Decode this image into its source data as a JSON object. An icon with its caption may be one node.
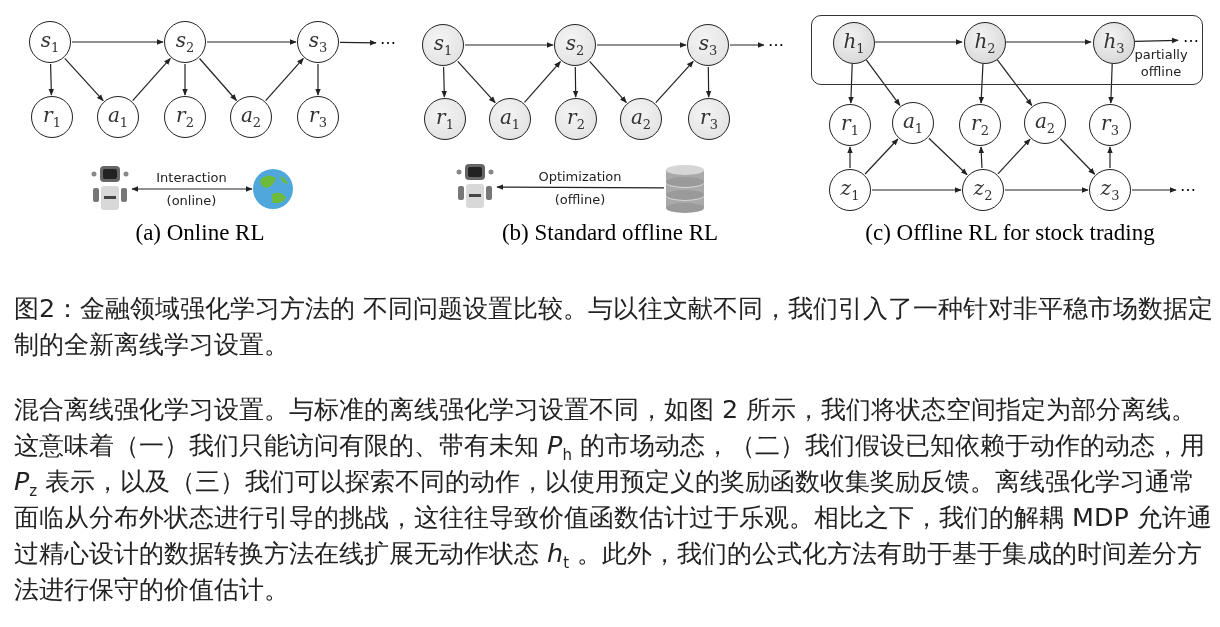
{
  "diagram": {
    "caption": "图2：金融领域强化学习方法的 不同问题设置比较。与以往文献不同，我们引入了一种针对非平稳市场数据定制的全新离线学习设置。",
    "nodes": [
      {
        "text": [
          "*s*$_{1}$"
        ]
      },
      {
        "text": [
          "*s*$_{2}$"
        ]
      },
      {
        "text": [
          "*s*$_{3}$"
        ]
      },
      {
        "text": [
          "⋯"
        ]
      },
      {
        "text": [
          "*r*$_{1}$"
        ]
      },
      {
        "text": [
          "*a*$_{1}$"
        ]
      },
      {
        "text": [
          "*r*$_{2}$"
        ]
      },
      {
        "text": [
          "*a*$_{2}$"
        ]
      },
      {
        "text": [
          "*r*$_{3}$"
        ]
      },
      {
        "text": [],
        "shape": "picture"
      },
      {
        "text": [],
        "shape": "picture"
      },
      {
        "text": [
          "*s*$_{1}$"
        ]
      },
      {
        "text": [
          "*s*$_{2}$"
        ]
      },
      {
        "text": [
          "*s*$_{3}$"
        ]
      },
      {
        "text": [
          "⋯"
        ]
      },
      {
        "text": [
          "*r*$_{1}$"
        ]
      },
      {
        "text": [
          "*a*$_{1}$"
        ]
      },
      {
        "text": [
          "*r*$_{2}$"
        ]
      },
      {
        "text": [
          "*a*$_{2}$"
        ]
      },
      {
        "text": [
          "*r*$_{3}$"
        ]
      },
      {
        "text": [],
        "shape": "picture"
      },
      {
        "text": [],
        "shape": "picture"
      },
      {
        "text": [
          "partially offline"
        ]
      },
      {
        "text": [
          "*h*$_{1}$"
        ],
        "in": 22
      },
      {
        "text": [
          "*h*$_{2}$"
        ],
        "in": 22
      },
      {
        "text": [
          "*h*$_{3}$"
        ],
        "in": 22
      },
      {
        "text": [
          "⋯"
        ],
        "in": 22
      },
      {
        "text": [
          "*r*$_{1}$"
        ]
      },
      {
        "text": [
          "*a*$_{1}$"
        ]
      },
      {
        "text": [
          "*r*$_{2}$"
        ]
      },
      {
        "text": [
          "*a*$_{2}$"
        ]
      },
      {
        "text": [
          "*r*$_{3}$"
        ]
      },
      {
        "text": [
          "*z*$_{1}$"
        ]
      },
      {
        "text": [
          "*z*$_{2}$"
        ]
      },
      {
        "text": [
          "*z*$_{3}$"
        ]
      },
      {
        "text": [
          "⋯"
        ]
      }
    ],
    "edges": [
      {
        "from": 0,
        "to": 1,
        "arrow": "to"
      },
      {
        "from": 1,
        "to": 2,
        "arrow": "to"
      },
      {
        "from": 2,
        "to": 3,
        "arrow": "to"
      },
      {
        "from": 0,
        "to": 4,
        "arrow": "to"
      },
      {
        "from": 0,
        "to": 5,
        "arrow": "to"
      },
      {
        "from": 5,
        "to": 1,
        "arrow": "to"
      },
      {
        "from": 1,
        "to": 6,
        "arrow": "to"
      },
      {
        "from": 1,
        "to": 7,
        "arrow": "to"
      },
      {
        "from": 7,
        "to": 2,
        "arrow": "to"
      },
      {
        "from": 2,
        "to": 8,
        "arrow": "to"
      },
      {
        "from": 9,
        "to": 10,
        "arrow": "both",
        "label": "Interaction (online)"
      },
      {
        "from": 11,
        "to": 12,
        "arrow": "to"
      },
      {
        "from": 12,
        "to": 13,
        "arrow": "to"
      },
      {
        "from": 13,
        "to": 14,
        "arrow": "to"
      },
      {
        "from": 11,
        "to": 15,
        "arrow": "to"
      },
      {
        "from": 11,
        "to": 16,
        "arrow": "to"
      },
      {
        "from": 16,
        "to": 12,
        "arrow": "to"
      },
      {
        "from": 12,
        "to": 17,
        "arrow": "to"
      },
      {
        "from": 12,
        "to": 18,
        "arrow": "to"
      },
      {
        "from": 18,
        "to": 13,
        "arrow": "to"
      },
      {
        "from": 13,
        "to": 19,
        "arrow": "to"
      },
      {
        "from": 21,
        "to": 20,
        "arrow": "to",
        "label": "Optimization (offline)"
      },
      {
        "from": 23,
        "to": 24,
        "arrow": "to"
      },
      {
        "from": 24,
        "to": 25,
        "arrow": "to"
      },
      {
        "from": 25,
        "to": 26,
        "arrow": "to"
      },
      {
        "from": 23,
        "to": 27,
        "arrow": "to"
      },
      {
        "from": 23,
        "to": 28,
        "arrow": "to"
      },
      {
        "from": 24,
        "to": 29,
        "arrow": "to"
      },
      {
        "from": 24,
        "to": 30,
        "arrow": "to"
      },
      {
        "from": 25,
        "to": 31,
        "arrow": "to"
      },
      {
        "from": 32,
        "to": 27,
        "arrow": "to"
      },
      {
        "from": 32,
        "to": 28,
        "arrow": "to"
      },
      {
        "from": 28,
        "to": 33,
        "arrow": "to"
      },
      {
        "from": 32,
        "to": 33,
        "arrow": "to"
      },
      {
        "from": 33,
        "to": 29,
        "arrow": "to"
      },
      {
        "from": 33,
        "to": 30,
        "arrow": "to"
      },
      {
        "from": 30,
        "to": 34,
        "arrow": "to"
      },
      {
        "from": 33,
        "to": 34,
        "arrow": "to"
      },
      {
        "from": 34,
        "to": 31,
        "arrow": "to"
      },
      {
        "from": 34,
        "to": 35,
        "arrow": "to"
      }
    ],
    "labels": [
      "(a) Online RL",
      "(b) Standard offline RL",
      "(c) Offline RL for stock trading",
      "混合离线强化学习设置。与标准的离线强化学习设置不同，如图 2 所示，我们将状态空间指定为部分离线。这意味着（一）我们只能访问有限的、带有未知 *P*$_{h}$ 的市场动态，（二）我们假设已知依赖于动作的动态，用 *P*$_{z}$ 表示，以及（三）我们可以探索不同的动作，以使用预定义的奖励函数收集奖励反馈。离线强化学习通常面临从分布外状态进行引导的挑战，这往往导致价值函数估计过于乐观。相比之下，我们的解耦 MDP 允许通过精心设计的数据转换方法在线扩展无动作状态 *h*$_{t}$ 。此外，我们的公式化方法有助于基于集成的时间差分方法进行保守的价值估计。"
    ]
  }
}
